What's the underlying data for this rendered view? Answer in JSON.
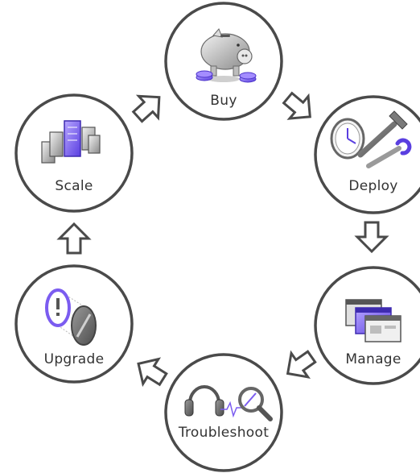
{
  "diagram": {
    "type": "cycle",
    "nodes": [
      {
        "id": "buy",
        "label": "Buy",
        "icon": "piggy-bank-icon"
      },
      {
        "id": "deploy",
        "label": "Deploy",
        "icon": "clock-hammer-wrench-icon"
      },
      {
        "id": "manage",
        "label": "Manage",
        "icon": "windows-stack-icon"
      },
      {
        "id": "troubleshoot",
        "label": "Troubleshoot",
        "icon": "headset-magnifier-icon"
      },
      {
        "id": "upgrade",
        "label": "Upgrade",
        "icon": "warning-disc-icon"
      },
      {
        "id": "scale",
        "label": "Scale",
        "icon": "server-cluster-icon"
      }
    ],
    "flow": [
      "buy",
      "deploy",
      "manage",
      "troubleshoot",
      "upgrade",
      "scale",
      "buy"
    ],
    "colors": {
      "ring": "#4a4a4a",
      "accent": "#7b5cf0",
      "icon_gray": "#8c8c8c",
      "text": "#333333"
    }
  }
}
